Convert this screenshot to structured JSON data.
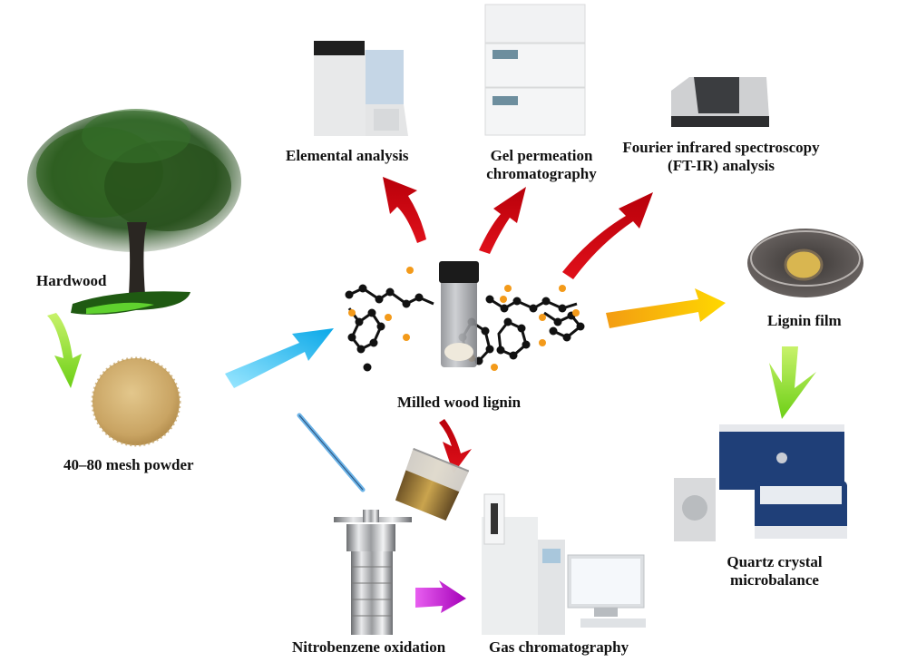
{
  "figure": {
    "nodes": {
      "hardwood": {
        "label": "Hardwood",
        "icon": "tree-icon"
      },
      "powder": {
        "label": "40–80 mesh powder",
        "icon": "wood-powder-icon"
      },
      "mwl": {
        "label": "Milled wood lignin",
        "icon": "lignin-vial-molecule-icon"
      },
      "elemental": {
        "label": "Elemental analysis",
        "icon": "elemental-analyzer-icon"
      },
      "gpc": {
        "label_line1": "Gel permeation",
        "label_line2": "chromatography",
        "icon": "hplc-stack-icon"
      },
      "ftir": {
        "label_line1": "Fourier infrared spectroscopy",
        "label_line2": "(FT-IR) analysis",
        "icon": "ftir-spectrometer-icon"
      },
      "film": {
        "label": "Lignin film",
        "icon": "petri-dish-icon"
      },
      "qcm": {
        "label_line1": "Quartz crystal",
        "label_line2": "microbalance",
        "icon": "qcm-instrument-icon"
      },
      "nbo": {
        "label": "Nitrobenzene oxidation",
        "icon": "autoclave-reactor-icon"
      },
      "gc": {
        "label": "Gas chromatography",
        "icon": "gas-chromatograph-icon"
      }
    },
    "arrows": [
      {
        "from": "hardwood",
        "to": "powder",
        "color": "#7ed321"
      },
      {
        "from": "powder",
        "to": "mwl",
        "color": "#29b6f6"
      },
      {
        "from": "mwl",
        "to": "elemental",
        "color": "#d0021b"
      },
      {
        "from": "mwl",
        "to": "gpc",
        "color": "#d0021b"
      },
      {
        "from": "mwl",
        "to": "ftir",
        "color": "#d0021b"
      },
      {
        "from": "mwl",
        "to": "film",
        "color": "#ffb300"
      },
      {
        "from": "film",
        "to": "qcm",
        "color": "#7ed321"
      },
      {
        "from": "mwl",
        "to": "nbo",
        "color": "#d0021b"
      },
      {
        "from": "nbo",
        "to": "gc",
        "color": "#c51bd6"
      }
    ]
  }
}
